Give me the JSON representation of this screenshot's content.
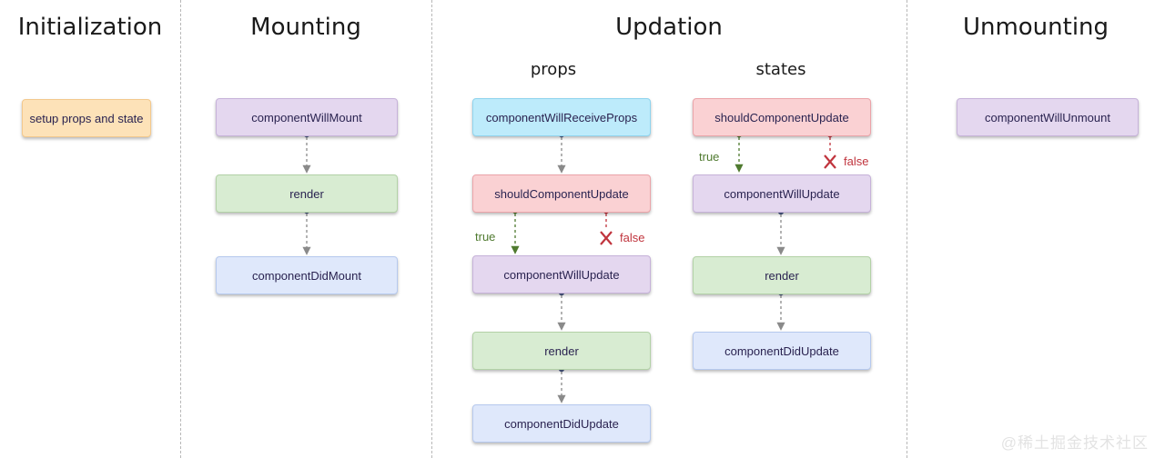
{
  "phases": {
    "initialization": "Initialization",
    "mounting": "Mounting",
    "updation": "Updation",
    "unmounting": "Unmounting"
  },
  "updation_columns": {
    "props": "props",
    "states": "states"
  },
  "initialization": {
    "setup": "setup props and state"
  },
  "mounting": {
    "will_mount": "componentWillMount",
    "render": "render",
    "did_mount": "componentDidMount"
  },
  "props_flow": {
    "will_receive_props": "componentWillReceiveProps",
    "should_update": "shouldComponentUpdate",
    "will_update": "componentWillUpdate",
    "render": "render",
    "did_update": "componentDidUpdate",
    "true_label": "true",
    "false_label": "false"
  },
  "states_flow": {
    "should_update": "shouldComponentUpdate",
    "will_update": "componentWillUpdate",
    "render": "render",
    "did_update": "componentDidUpdate",
    "true_label": "true",
    "false_label": "false"
  },
  "unmounting": {
    "will_unmount": "componentWillUnmount"
  },
  "watermark": "@稀土掘金技术社区",
  "colors": {
    "orange": "#fde2b8",
    "purple": "#e4d7ef",
    "green": "#d8ecd2",
    "blue": "#dfe8fb",
    "cyan": "#bdebfb",
    "red": "#fad1d3",
    "true_edge": "#4f7a2f",
    "false_edge": "#c0343d",
    "edge": "#8a8a8a"
  }
}
